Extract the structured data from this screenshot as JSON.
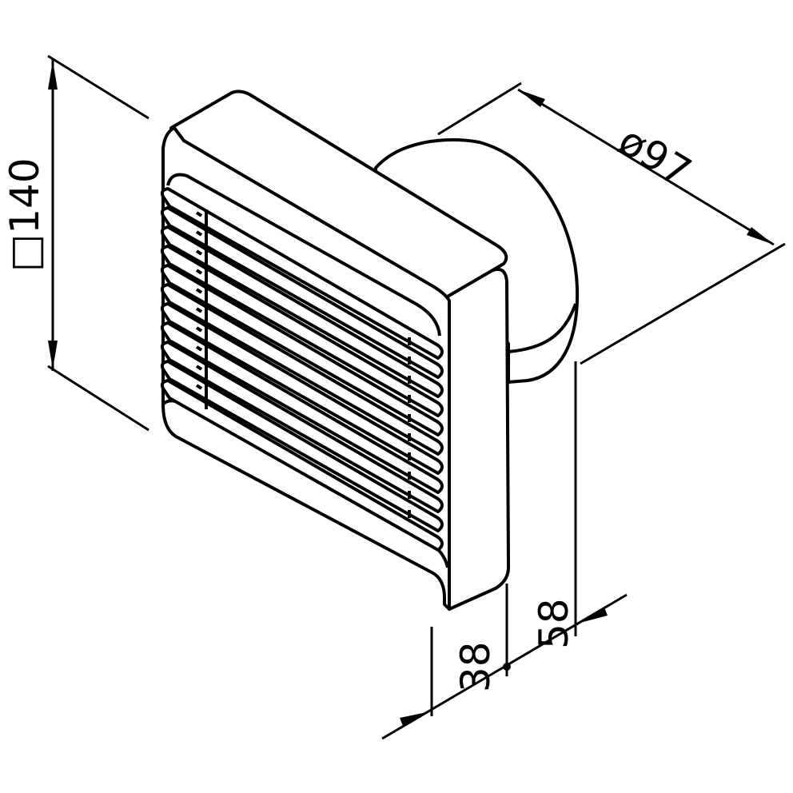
{
  "dimensions": {
    "height": "□140",
    "diameter": "ø97",
    "depth_front": "38",
    "depth_back": "58"
  },
  "colors": {
    "ink": "#000000",
    "paper": "#ffffff"
  }
}
